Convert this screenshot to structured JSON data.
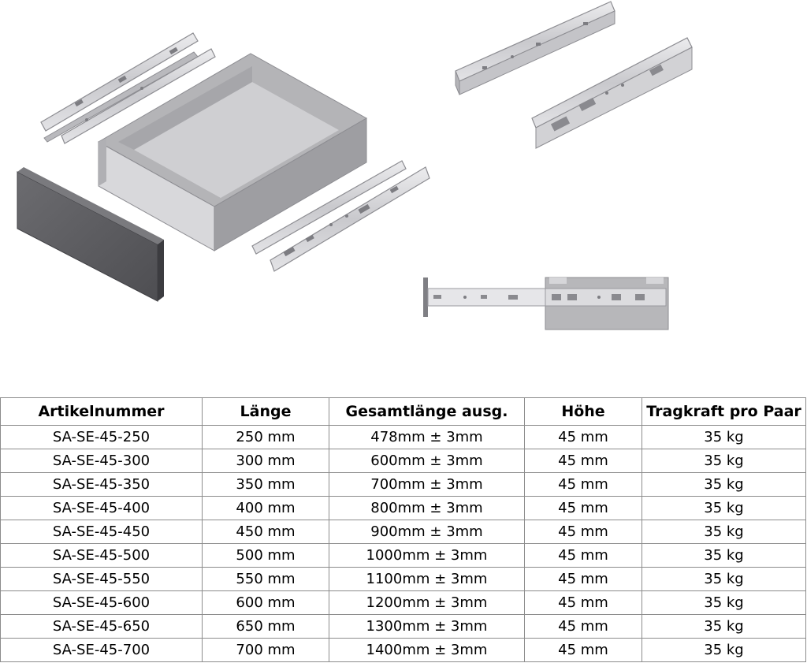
{
  "illustrations": {
    "items": [
      "drawer-box-exploded-view",
      "slide-pair-detail",
      "slide-extended-side-view"
    ],
    "colors": {
      "box": "#a4a4a7",
      "box_inner": "#c8c8ca",
      "front_panel": "#5f5f63",
      "rail": "#d6d6d9",
      "rail_edge": "#8d8d92"
    }
  },
  "table": {
    "headers": [
      "Artikelnummer",
      "Länge",
      "Gesamtlänge ausg.",
      "Höhe",
      "Tragkraft pro Paar"
    ],
    "rows": [
      [
        "SA-SE-45-250",
        "250 mm",
        "478mm ± 3mm",
        "45 mm",
        "35 kg"
      ],
      [
        "SA-SE-45-300",
        "300 mm",
        "600mm ± 3mm",
        "45 mm",
        "35 kg"
      ],
      [
        "SA-SE-45-350",
        "350 mm",
        "700mm ± 3mm",
        "45 mm",
        "35 kg"
      ],
      [
        "SA-SE-45-400",
        "400 mm",
        "800mm ± 3mm",
        "45 mm",
        "35 kg"
      ],
      [
        "SA-SE-45-450",
        "450 mm",
        "900mm ± 3mm",
        "45 mm",
        "35 kg"
      ],
      [
        "SA-SE-45-500",
        "500 mm",
        "1000mm ± 3mm",
        "45 mm",
        "35 kg"
      ],
      [
        "SA-SE-45-550",
        "550 mm",
        "1100mm ± 3mm",
        "45 mm",
        "35 kg"
      ],
      [
        "SA-SE-45-600",
        "600 mm",
        "1200mm ± 3mm",
        "45 mm",
        "35 kg"
      ],
      [
        "SA-SE-45-650",
        "650 mm",
        "1300mm ± 3mm",
        "45 mm",
        "35 kg"
      ],
      [
        "SA-SE-45-700",
        "700 mm",
        "1400mm ± 3mm",
        "45 mm",
        "35 kg"
      ]
    ]
  }
}
